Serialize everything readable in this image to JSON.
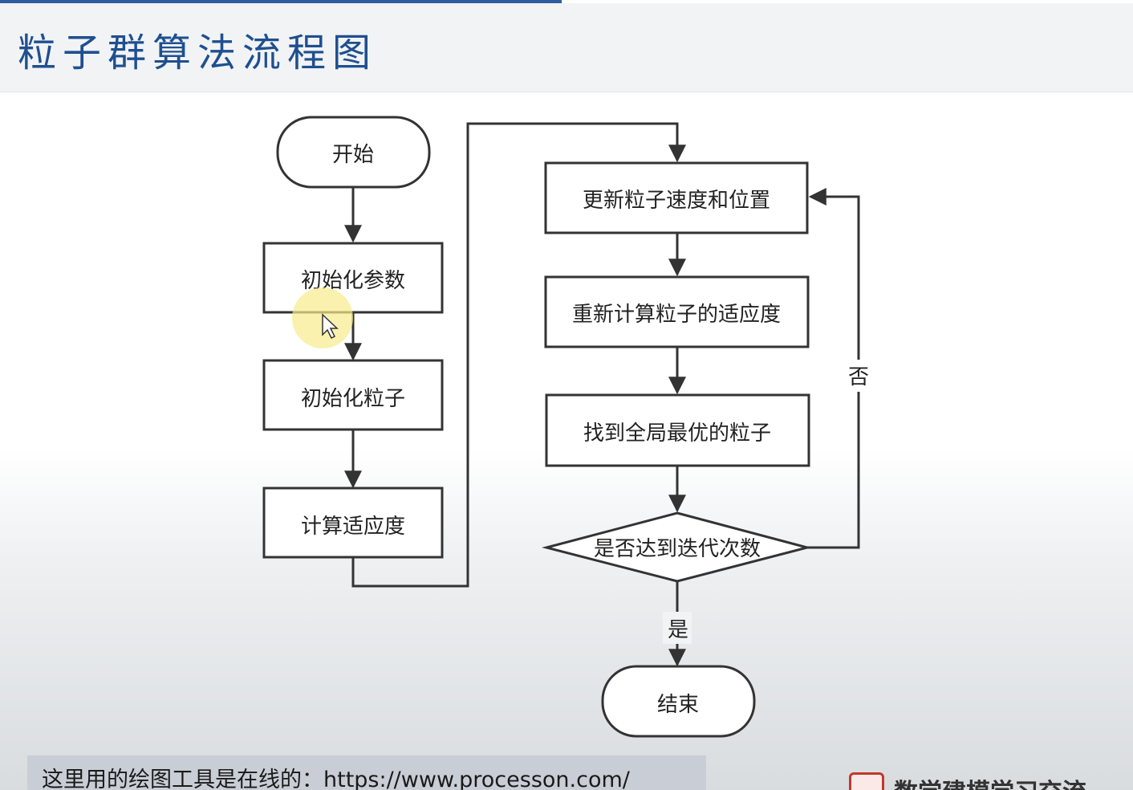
{
  "slide": {
    "title": "粒子群算法流程图"
  },
  "flowchart": {
    "nodes": {
      "start": "开始",
      "init_params": "初始化参数",
      "init_particles": "初始化粒子",
      "calc_fitness": "计算适应度",
      "update_velocity": "更新粒子速度和位置",
      "recalc_fitness": "重新计算粒子的适应度",
      "find_gbest": "找到全局最优的粒子",
      "check_iter": "是否达到迭代次数",
      "end": "结束"
    },
    "edge_labels": {
      "no": "否",
      "yes": "是"
    }
  },
  "caption": "这里用的绘图工具是在线的：https://www.processon.com/",
  "watermark": "数学建模学习交流",
  "colors": {
    "title": "#1f4f8f",
    "progress": "#2e5c9e",
    "cursor_highlight": "#f7eb8a"
  }
}
